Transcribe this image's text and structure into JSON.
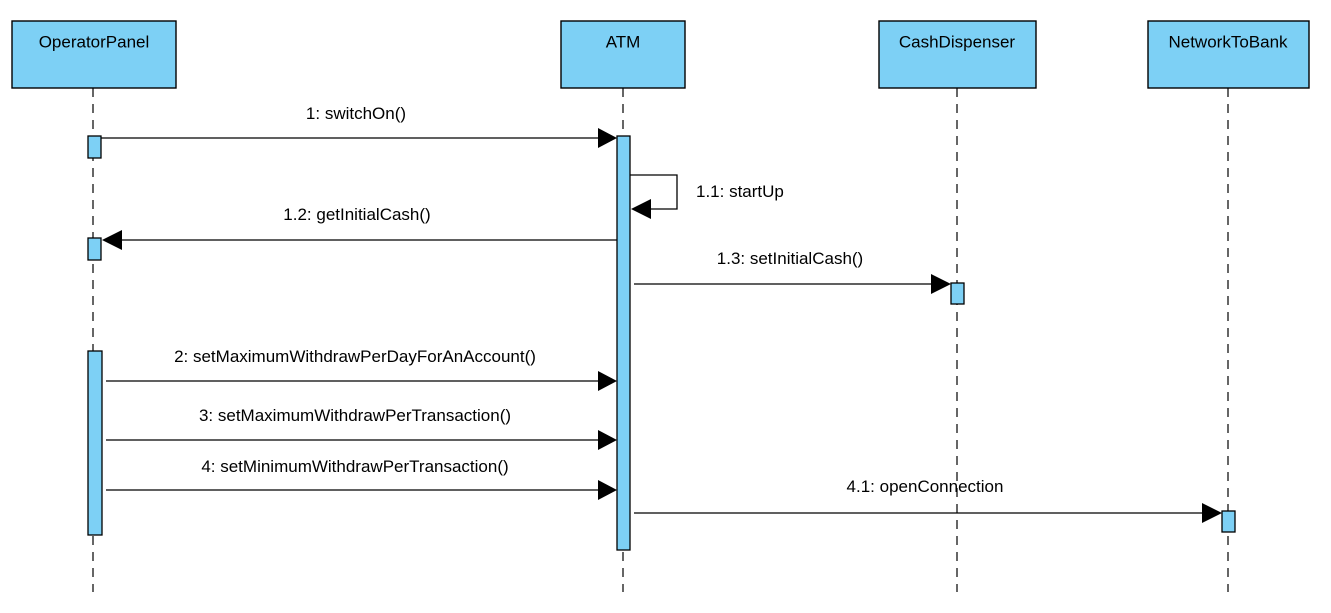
{
  "colors": {
    "lifeline_fill": "#7dd0f5",
    "stroke": "#000000"
  },
  "lifelines": [
    {
      "id": "op",
      "name": "OperatorPanel"
    },
    {
      "id": "atm",
      "name": "ATM"
    },
    {
      "id": "cash",
      "name": "CashDispenser"
    },
    {
      "id": "net",
      "name": "NetworkToBank"
    }
  ],
  "messages": [
    {
      "id": "m1",
      "label": "1: switchOn()",
      "from": "op",
      "to": "atm"
    },
    {
      "id": "m1_1",
      "label": "1.1: startUp",
      "from": "atm",
      "to": "atm"
    },
    {
      "id": "m1_2",
      "label": "1.2: getInitialCash()",
      "from": "atm",
      "to": "op"
    },
    {
      "id": "m1_3",
      "label": "1.3: setInitialCash()",
      "from": "atm",
      "to": "cash"
    },
    {
      "id": "m2",
      "label": "2: setMaximumWithdrawPerDayForAnAccount()",
      "from": "op",
      "to": "atm"
    },
    {
      "id": "m3",
      "label": "3: setMaximumWithdrawPerTransaction()",
      "from": "op",
      "to": "atm"
    },
    {
      "id": "m4",
      "label": "4: setMinimumWithdrawPerTransaction()",
      "from": "op",
      "to": "atm"
    },
    {
      "id": "m4_1",
      "label": "4.1: openConnection",
      "from": "atm",
      "to": "net"
    }
  ]
}
